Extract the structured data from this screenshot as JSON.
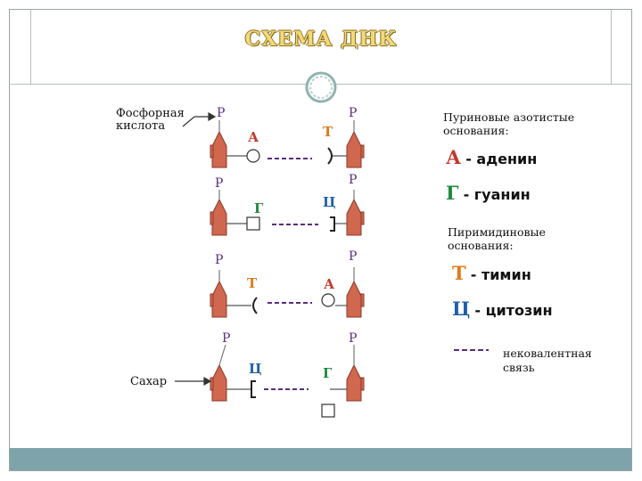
{
  "title": "СХЕМА ДНК",
  "labels": {
    "phosphate": "Фосфорная кислота",
    "sugar": "Сахар",
    "p": "Р"
  },
  "bases": {
    "a1": "А",
    "t1": "Т",
    "g1": "Г",
    "c1": "Ц",
    "t2": "Т",
    "a2": "А",
    "c2": "Ц",
    "g2": "Г"
  },
  "legend": {
    "purines_title": "Пуриновые азотистые основания:",
    "a_letter": "А",
    "a_desc": "- аденин",
    "g_letter": "Г",
    "g_desc": "- гуанин",
    "pyrimidines_title": "Пиримидиновые основания:",
    "t_letter": "Т",
    "t_desc": "- тимин",
    "c_letter": "Ц",
    "c_desc": "- цитозин",
    "bond_desc": "нековалентная связь"
  },
  "colors": {
    "sugar": "#d0674f",
    "sugar_stroke": "#8b3a28",
    "phosphate_text": "#5a2d82",
    "adenine": "#c0392b",
    "thymine": "#e07b1a",
    "guanine": "#1e8a3c",
    "cytosine": "#1f5fa8",
    "bond": "#5a2d82"
  }
}
